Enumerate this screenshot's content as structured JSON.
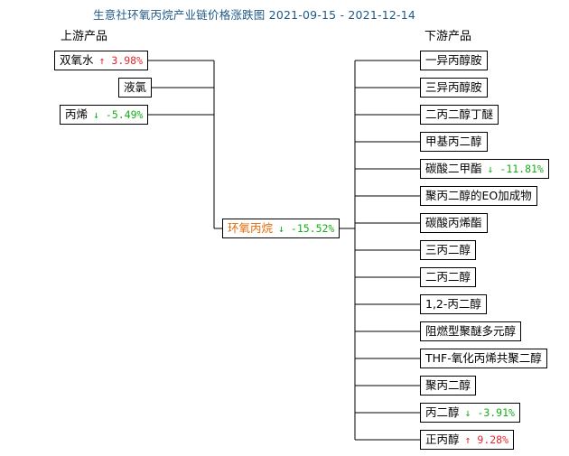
{
  "title": "生意社环氧丙烷产业链价格涨跌图 2021-09-15 - 2021-12-14",
  "upstream_header": "上游产品",
  "downstream_header": "下游产品",
  "center": {
    "name": "环氧丙烷",
    "arrow": "↓",
    "change": "-15.52%",
    "direction": "down"
  },
  "upstream": [
    {
      "name": "双氧水",
      "arrow": "↑",
      "change": "3.98%",
      "direction": "up"
    },
    {
      "name": "液氯",
      "arrow": "",
      "change": "",
      "direction": ""
    },
    {
      "name": "丙烯",
      "arrow": "↓",
      "change": "-5.49%",
      "direction": "down"
    }
  ],
  "downstream": [
    {
      "name": "一异丙醇胺",
      "arrow": "",
      "change": "",
      "direction": ""
    },
    {
      "name": "三异丙醇胺",
      "arrow": "",
      "change": "",
      "direction": ""
    },
    {
      "name": "二丙二醇丁醚",
      "arrow": "",
      "change": "",
      "direction": ""
    },
    {
      "name": "甲基丙二醇",
      "arrow": "",
      "change": "",
      "direction": ""
    },
    {
      "name": "碳酸二甲酯",
      "arrow": "↓",
      "change": "-11.81%",
      "direction": "down"
    },
    {
      "name": "聚丙二醇的EO加成物",
      "arrow": "",
      "change": "",
      "direction": ""
    },
    {
      "name": "碳酸丙烯酯",
      "arrow": "",
      "change": "",
      "direction": ""
    },
    {
      "name": "三丙二醇",
      "arrow": "",
      "change": "",
      "direction": ""
    },
    {
      "name": "二丙二醇",
      "arrow": "",
      "change": "",
      "direction": ""
    },
    {
      "name": "1,2-丙二醇",
      "arrow": "",
      "change": "",
      "direction": ""
    },
    {
      "name": "阻燃型聚醚多元醇",
      "arrow": "",
      "change": "",
      "direction": ""
    },
    {
      "name": "THF-氧化丙烯共聚二醇",
      "arrow": "",
      "change": "",
      "direction": ""
    },
    {
      "name": "聚丙二醇",
      "arrow": "",
      "change": "",
      "direction": ""
    },
    {
      "name": "丙二醇",
      "arrow": "↓",
      "change": "-3.91%",
      "direction": "down"
    },
    {
      "name": "正丙醇",
      "arrow": "↑",
      "change": "9.28%",
      "direction": "up"
    }
  ],
  "colors": {
    "title": "#1f5a87",
    "up": "#e8262b",
    "down": "#14b014",
    "center": "#e36c09"
  }
}
